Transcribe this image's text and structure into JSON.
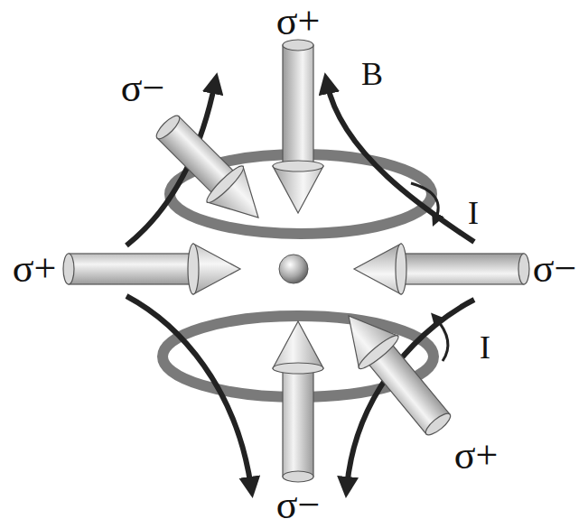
{
  "diagram": {
    "labels": [
      "σ+",
      "σ−",
      "B",
      "I",
      "σ+",
      "σ−",
      "I",
      "σ+",
      "σ−"
    ]
  }
}
